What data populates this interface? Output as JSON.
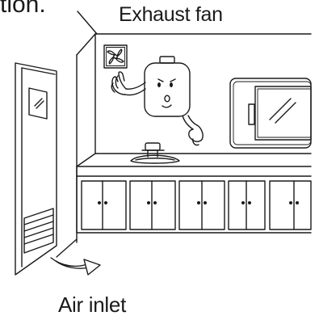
{
  "texts": {
    "partial_top": "tion.",
    "exhaust_fan": "Exhaust fan",
    "air_inlet": "Air inlet"
  },
  "colors": {
    "ink": "#1a1a1a",
    "background": "#ffffff"
  },
  "icons": {
    "exhaust_fan": "fan-icon",
    "air_flow": "arrow-icon"
  }
}
